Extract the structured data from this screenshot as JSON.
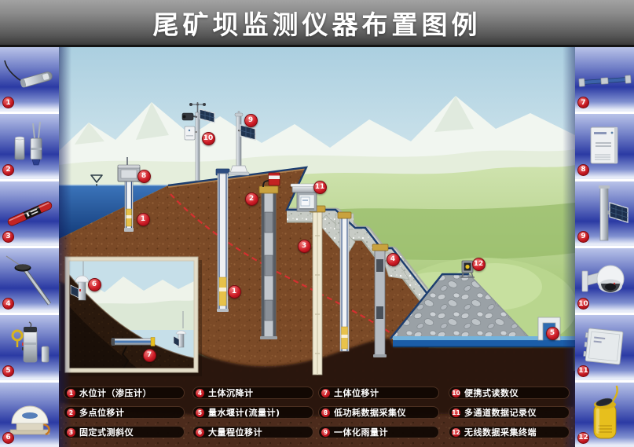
{
  "title": "尾矿坝监测仪器布置图例",
  "colors": {
    "badge_red": "#c3161f",
    "sidebar_blue": "#2b3aa4",
    "water_blue": "#1c4e92",
    "phreatic_line_red": "#d43030",
    "legend_pill_bg": "#140a04"
  },
  "sidebar_left": {
    "items": [
      {
        "num": "1",
        "photo": "piezometer-water-level-sensor"
      },
      {
        "num": "2",
        "photo": "multipoint-displacement-meter"
      },
      {
        "num": "3",
        "photo": "fixed-inclinometer"
      },
      {
        "num": "4",
        "photo": "soil-settlement-plate"
      },
      {
        "num": "5",
        "photo": "weir-flow-sensor"
      },
      {
        "num": "6",
        "photo": "large-range-displacement-meter"
      }
    ]
  },
  "sidebar_right": {
    "items": [
      {
        "num": "7",
        "photo": "soil-displacement-rod"
      },
      {
        "num": "8",
        "photo": "low-power-data-acquisition-box"
      },
      {
        "num": "9",
        "photo": "pole-mounted-solar-station"
      },
      {
        "num": "10",
        "photo": "dome-camera-readout"
      },
      {
        "num": "11",
        "photo": "multichannel-data-recorder"
      },
      {
        "num": "12",
        "photo": "wireless-data-terminal"
      }
    ]
  },
  "diagram": {
    "water_level_symbol": "▽",
    "markers": [
      {
        "num": "8"
      },
      {
        "num": "1"
      },
      {
        "num": "10"
      },
      {
        "num": "9"
      },
      {
        "num": "2"
      },
      {
        "num": "11"
      },
      {
        "num": "3"
      },
      {
        "num": "1"
      },
      {
        "num": "4"
      },
      {
        "num": "12"
      },
      {
        "num": "5"
      },
      {
        "num": "6"
      },
      {
        "num": "7"
      }
    ]
  },
  "legend": {
    "items": [
      {
        "num": "1",
        "label": "水位计（渗压计）"
      },
      {
        "num": "2",
        "label": "多点位移计"
      },
      {
        "num": "3",
        "label": "固定式测斜仪"
      },
      {
        "num": "4",
        "label": "土体沉降计"
      },
      {
        "num": "5",
        "label": "量水堰计(流量计)"
      },
      {
        "num": "6",
        "label": "大量程位移计"
      },
      {
        "num": "7",
        "label": "土体位移计"
      },
      {
        "num": "8",
        "label": "低功耗数据采集仪"
      },
      {
        "num": "9",
        "label": "一体化雨量计"
      },
      {
        "num": "10",
        "label": "便携式读数仪"
      },
      {
        "num": "11",
        "label": "多通道数据记录仪"
      },
      {
        "num": "12",
        "label": "无线数据采集终端"
      }
    ]
  }
}
